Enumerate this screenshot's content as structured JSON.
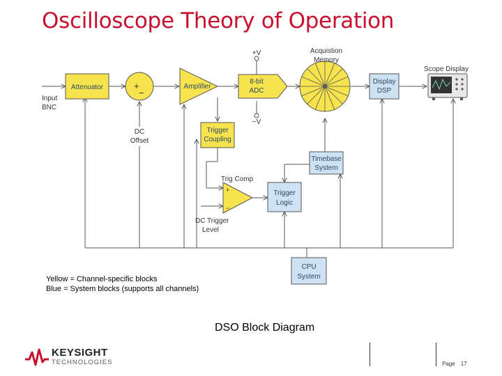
{
  "title": "Oscilloscope Theory of Operation",
  "diagram": {
    "labels": {
      "input_bnc": [
        "Input",
        "BNC"
      ],
      "attenuator": "Attenuator",
      "dc_offset": [
        "DC",
        "Offset"
      ],
      "amplifier": "Amplifier",
      "adc": [
        "8-bit",
        "ADC"
      ],
      "plus_v": "+V",
      "minus_v": "−V",
      "acquisition_memory": [
        "Acquistion",
        "Memory"
      ],
      "display_dsp": [
        "Display",
        "DSP"
      ],
      "scope_display": "Scope Display",
      "trigger_coupling": [
        "Trigger",
        "Coupling"
      ],
      "trig_comp": "Trig Comp",
      "trigger_logic": [
        "Trigger",
        "Logic"
      ],
      "timebase_system": [
        "Timebase",
        "System"
      ],
      "dc_trigger_level": [
        "DC Trigger",
        "Level"
      ],
      "cpu_system": [
        "CPU",
        "System"
      ]
    },
    "colors": {
      "channel_block": "#f6e34d",
      "system_block": "#cfe2f3",
      "line": "#555555"
    }
  },
  "legend": {
    "line1": "Yellow = Channel-specific blocks",
    "line2": "Blue = System blocks (supports all channels)"
  },
  "caption": "DSO Block Diagram",
  "footer": {
    "brand": "KEYSIGHT",
    "brand_sub": "TECHNOLOGIES",
    "page_label": "Page",
    "page_number": "17"
  }
}
